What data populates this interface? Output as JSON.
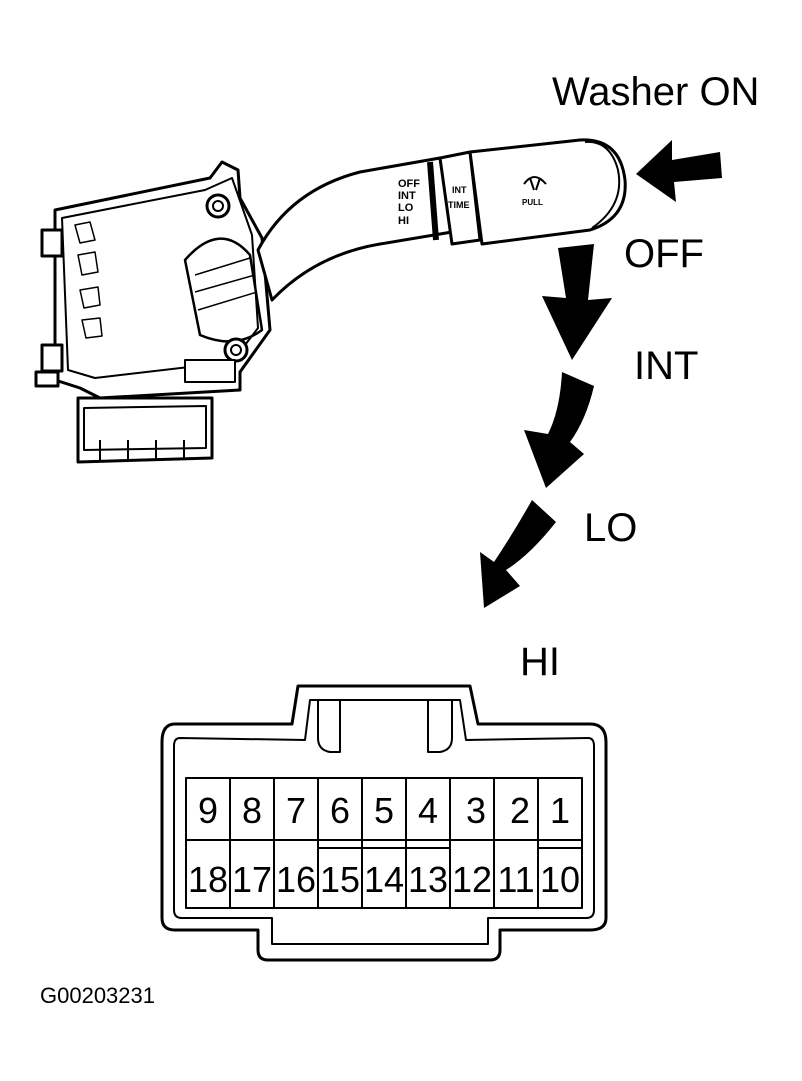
{
  "labels": {
    "washer_on": "Washer ON",
    "off": "OFF",
    "int": "INT",
    "lo": "LO",
    "hi": "HI",
    "figure_code": "G00203231"
  },
  "switch_stalk_markings": {
    "positions": [
      "OFF",
      "INT",
      "LO",
      "HI"
    ],
    "int_time": [
      "INT",
      "TIME"
    ],
    "pull": "PULL"
  },
  "connector": {
    "top_row_pins": [
      "9",
      "8",
      "7",
      "6",
      "5",
      "4",
      "3",
      "2",
      "1"
    ],
    "bottom_row_pins": [
      "18",
      "17",
      "16",
      "15",
      "14",
      "13",
      "12",
      "11",
      "10"
    ]
  },
  "colors": {
    "ink": "#000000",
    "paper": "#ffffff"
  }
}
